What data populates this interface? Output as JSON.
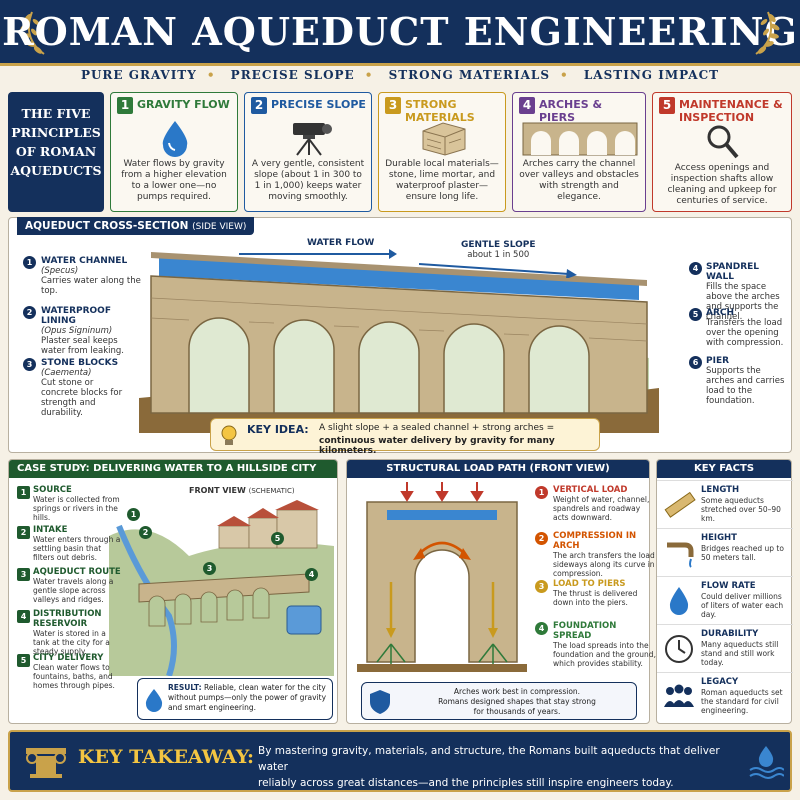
{
  "header": {
    "title": "ROMAN AQUEDUCT ENGINEERING"
  },
  "subtitle": [
    "PURE GRAVITY",
    "PRECISE SLOPE",
    "STRONG MATERIALS",
    "LASTING IMPACT"
  ],
  "five_principles_title": "THE FIVE PRINCIPLES OF ROMAN AQUEDUCTS",
  "principles": [
    {
      "num": "1",
      "title": "GRAVITY FLOW",
      "text": "Water flows by gravity from a higher elevation to a lower one—no pumps required.",
      "color": "#2f7a3a",
      "icon": "water-drop-icon"
    },
    {
      "num": "2",
      "title": "PRECISE SLOPE",
      "text": "A very gentle, consistent slope (about 1 in 300 to 1 in 1,000) keeps water moving smoothly.",
      "color": "#1f5aa0",
      "icon": "surveying-level-icon"
    },
    {
      "num": "3",
      "title": "STRONG MATERIALS",
      "text": "Durable local materials—stone, lime mortar, and waterproof plaster—ensure long life.",
      "color": "#c99a1e",
      "icon": "stone-block-icon"
    },
    {
      "num": "4",
      "title": "ARCHES & PIERS",
      "text": "Arches carry the channel over valleys and obstacles with strength and elegance.",
      "color": "#6a3f8f",
      "icon": "arches-icon"
    },
    {
      "num": "5",
      "title": "MAINTENANCE & INSPECTION",
      "text": "Access openings and inspection shafts allow cleaning and upkeep for centuries of service.",
      "color": "#c0392b",
      "icon": "magnifier-icon"
    }
  ],
  "cross_section": {
    "title": "AQUEDUCT CROSS-SECTION",
    "title_note": "(SIDE VIEW)",
    "water_flow": "WATER FLOW",
    "slope_label": "GENTLE SLOPE",
    "slope_value": "about 1 in 500",
    "left_labels": [
      {
        "num": "1",
        "title": "WATER CHANNEL",
        "latin": "(Specus)",
        "text": "Carries water along the top."
      },
      {
        "num": "2",
        "title": "WATERPROOF LINING",
        "latin": "(Opus Signinum)",
        "text": "Plaster seal keeps water from leaking."
      },
      {
        "num": "3",
        "title": "STONE BLOCKS",
        "latin": "(Caementa)",
        "text": "Cut stone or concrete blocks for strength and durability."
      }
    ],
    "right_labels": [
      {
        "num": "4",
        "title": "SPANDREL WALL",
        "text": "Fills the space above the arches and supports the channel."
      },
      {
        "num": "5",
        "title": "ARCH",
        "text": "Transfers the load over the opening with compression."
      },
      {
        "num": "6",
        "title": "PIER",
        "text": "Supports the arches and carries load to the foundation."
      }
    ],
    "key_idea_label": "KEY IDEA:",
    "key_idea_line1": "A slight slope + a sealed channel + strong arches =",
    "key_idea_line2": "continuous water delivery by gravity for many kilometers."
  },
  "case_study": {
    "title": "CASE STUDY: DELIVERING WATER TO A HILLSIDE CITY",
    "front_view": "FRONT VIEW",
    "front_view_note": "(SCHEMATIC)",
    "steps": [
      {
        "num": "1",
        "title": "SOURCE",
        "text": "Water is collected from springs or rivers in the hills."
      },
      {
        "num": "2",
        "title": "INTAKE",
        "text": "Water enters through a settling basin that filters out debris."
      },
      {
        "num": "3",
        "title": "AQUEDUCT ROUTE",
        "text": "Water travels along a gentle slope across valleys and ridges."
      },
      {
        "num": "4",
        "title": "DISTRIBUTION RESERVOIR",
        "text": "Water is stored in a tank at the city for a steady supply."
      },
      {
        "num": "5",
        "title": "CITY DELIVERY",
        "text": "Clean water flows to fountains, baths, and homes through pipes."
      }
    ],
    "result_label": "RESULT:",
    "result_text": "Reliable, clean water for the city without pumps—only the power of gravity and smart engineering."
  },
  "load_path": {
    "title": "STRUCTURAL LOAD PATH (FRONT VIEW)",
    "steps": [
      {
        "num": "1",
        "title": "VERTICAL LOAD",
        "text": "Weight of water, channel, spandrels and roadway acts downward.",
        "color": "#c0392b"
      },
      {
        "num": "2",
        "title": "COMPRESSION IN ARCH",
        "text": "The arch transfers the load sideways along its curve in compression.",
        "color": "#d35400"
      },
      {
        "num": "3",
        "title": "LOAD TO PIERS",
        "text": "The thrust is delivered down into the piers.",
        "color": "#c99a1e"
      },
      {
        "num": "4",
        "title": "FOUNDATION SPREAD",
        "text": "The load spreads into the foundation and the ground, which provides stability.",
        "color": "#2f7a3a"
      }
    ],
    "note_line1": "Arches work best in compression.",
    "note_line2": "Romans designed shapes that stay strong",
    "note_line3": "for thousands of years."
  },
  "key_facts": {
    "title": "KEY FACTS",
    "items": [
      {
        "title": "LENGTH",
        "text": "Some aqueducts stretched over 50–90 km.",
        "icon": "ruler-icon"
      },
      {
        "title": "HEIGHT",
        "text": "Bridges reached up to 50 meters tall.",
        "icon": "faucet-icon"
      },
      {
        "title": "FLOW RATE",
        "text": "Could deliver millions of liters of water each day.",
        "icon": "water-drop-icon"
      },
      {
        "title": "DURABILITY",
        "text": "Many aqueducts still stand and still work today.",
        "icon": "clock-icon"
      },
      {
        "title": "LEGACY",
        "text": "Roman aqueducts set the standard for civil engineering.",
        "icon": "people-icon"
      }
    ]
  },
  "takeaway": {
    "label": "KEY TAKEAWAY:",
    "line1": "By mastering gravity, materials, and structure, the Romans built aqueducts that deliver water",
    "line2": "reliably across great distances—and the principles still inspire engineers today."
  },
  "colors": {
    "navy": "#14305c",
    "gold": "#c9a24a",
    "green": "#1f5a2e",
    "stone": "#c8b48c",
    "water": "#3a86d0"
  }
}
